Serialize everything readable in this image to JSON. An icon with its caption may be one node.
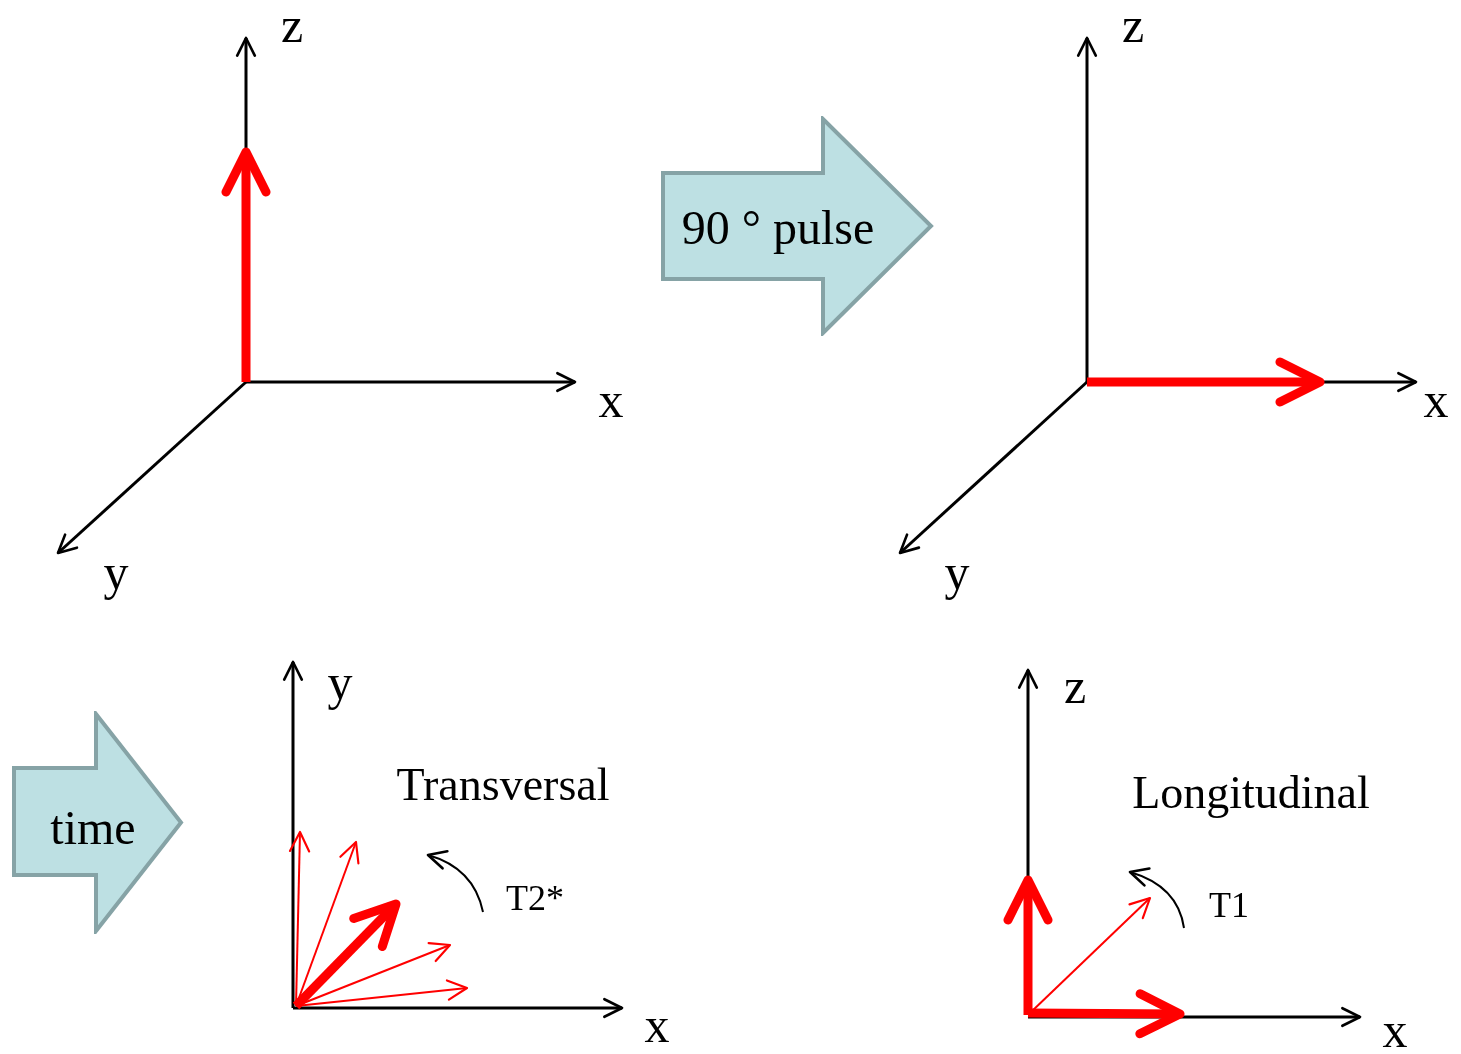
{
  "diagram": {
    "nodes": [
      {
        "text": [
          "90 ° pulse"
        ]
      },
      {
        "text": [
          "time"
        ]
      }
    ],
    "labels": [
      "z",
      "x",
      "y",
      "z",
      "x",
      "y",
      "y",
      "Transversal",
      "T2*",
      "x",
      "z",
      "Longitudinal",
      "T1",
      "x"
    ]
  }
}
